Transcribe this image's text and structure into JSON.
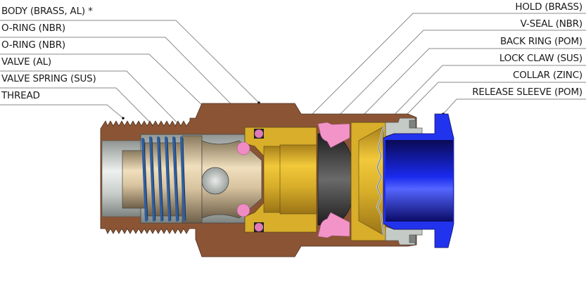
{
  "diagram": {
    "type": "cross-section",
    "subject": "quick connector fitting",
    "colors": {
      "body": "#8B5535",
      "hold": "#D8AE2A",
      "o_ring": "#F08CC4",
      "valve": "#D9C4A0",
      "spring": "#2F5E9E",
      "release_sleeve": "#2233EE",
      "collar": "#C4CAC6",
      "v_seal": "#3A3A3A",
      "leader_line": "#888888"
    }
  },
  "labels_left": [
    {
      "text": "BODY (BRASS, AL) *"
    },
    {
      "text": "O-RING (NBR)"
    },
    {
      "text": "O-RING (NBR)"
    },
    {
      "text": "VALVE (AL)"
    },
    {
      "text": "VALVE SPRING (SUS)"
    },
    {
      "text": "THREAD"
    }
  ],
  "labels_right": [
    {
      "text": "HOLD (BRASS)"
    },
    {
      "text": "V-SEAL (NBR)"
    },
    {
      "text": "BACK RING (POM)"
    },
    {
      "text": "LOCK CLAW (SUS)"
    },
    {
      "text": "COLLAR (ZINC)"
    },
    {
      "text": "RELEASE SLEEVE (POM)"
    }
  ]
}
